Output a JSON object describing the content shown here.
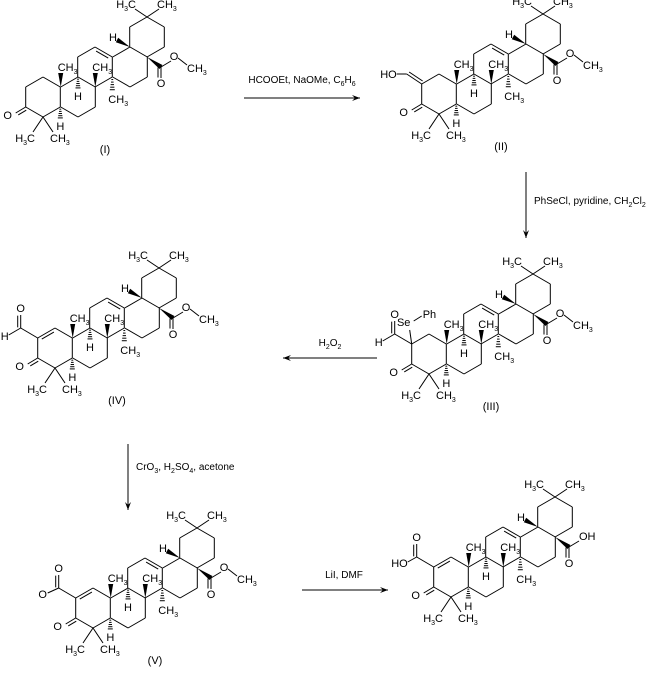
{
  "scheme": {
    "colors": {
      "ink": "#000000",
      "background": "#ffffff"
    },
    "compounds": [
      {
        "id": "I",
        "caption": "(I)",
        "ringA": "ketone",
        "c2": "none",
        "c28": "ester"
      },
      {
        "id": "II",
        "caption": "(II)",
        "ringA": "ketone",
        "c2": "hydroxymethylene",
        "c28": "ester"
      },
      {
        "id": "III",
        "caption": "(III)",
        "ringA": "ketone",
        "c2": "formyl-selenide",
        "c28": "ester"
      },
      {
        "id": "IV",
        "caption": "(IV)",
        "ringA": "enone",
        "c2": "formyl",
        "c28": "ester"
      },
      {
        "id": "V",
        "caption": "(V)",
        "ringA": "enone",
        "c2": "carboxylate",
        "c28": "ester"
      },
      {
        "id": "VI",
        "caption": "",
        "ringA": "enone",
        "c2": "carboxylic-acid",
        "c28": "acid"
      }
    ],
    "atom_labels": {
      "O": "O",
      "H": "H",
      "HO": "HO",
      "OH": "OH",
      "CH3": "CH",
      "H3C": "H",
      "sub3": "3",
      "C": "C",
      "Se": "Se",
      "Ph": "Ph"
    },
    "reactions": [
      {
        "step": 1,
        "from": "I",
        "to": "II",
        "direction": "right",
        "reagents": [
          {
            "t": "HCOOEt, NaOMe, C"
          },
          {
            "t": "6",
            "sub": true
          },
          {
            "t": "H"
          },
          {
            "t": "6",
            "sub": true
          }
        ]
      },
      {
        "step": 2,
        "from": "II",
        "to": "III",
        "direction": "down",
        "reagents": [
          {
            "t": "PhSeCl, pyridine, CH"
          },
          {
            "t": "2",
            "sub": true
          },
          {
            "t": "Cl"
          },
          {
            "t": "2",
            "sub": true
          }
        ]
      },
      {
        "step": 3,
        "from": "III",
        "to": "IV",
        "direction": "left",
        "reagents": [
          {
            "t": "H"
          },
          {
            "t": "2",
            "sub": true
          },
          {
            "t": "O"
          },
          {
            "t": "2",
            "sub": true
          }
        ]
      },
      {
        "step": 4,
        "from": "IV",
        "to": "V",
        "direction": "down",
        "reagents": [
          {
            "t": "CrO"
          },
          {
            "t": "3",
            "sub": true
          },
          {
            "t": ", H"
          },
          {
            "t": "2",
            "sub": true
          },
          {
            "t": "SO"
          },
          {
            "t": "4",
            "sub": true
          },
          {
            "t": ", acetone"
          }
        ]
      },
      {
        "step": 5,
        "from": "V",
        "to": "VI",
        "direction": "right",
        "reagents": [
          {
            "t": "LiI, DMF"
          }
        ]
      }
    ]
  }
}
